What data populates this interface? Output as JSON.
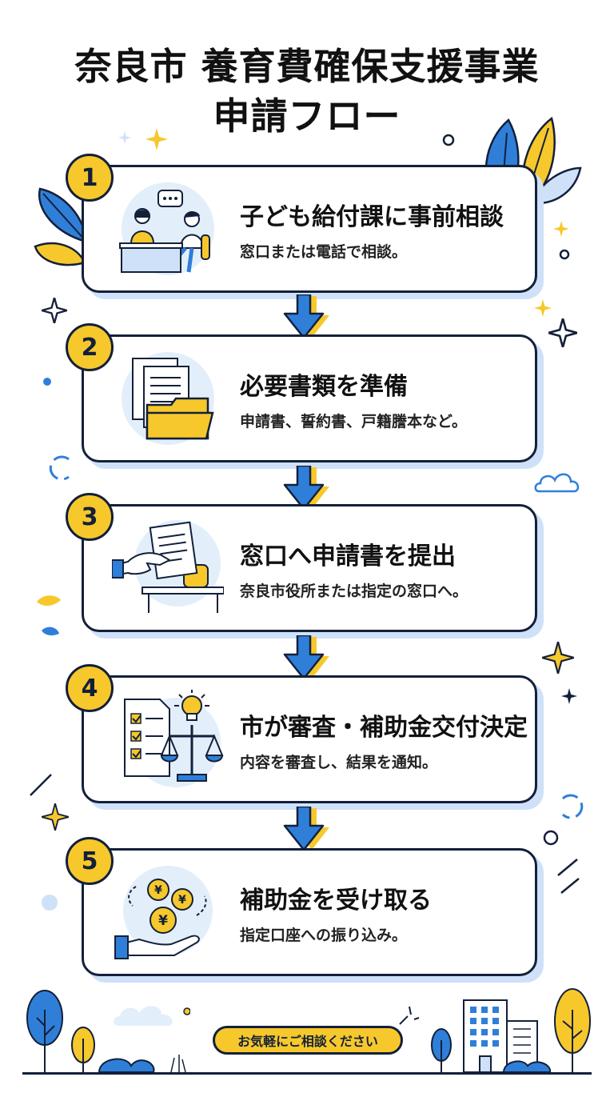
{
  "title": {
    "line1": "奈良市 養育費確保支援事業",
    "line2": "申請フロー"
  },
  "steps": [
    {
      "number": "1",
      "title": "子ども給付課に事前相談",
      "description": "窓口または電話で相談。",
      "icon": "consultation-desk-icon"
    },
    {
      "number": "2",
      "title": "必要書類を準備",
      "description": "申請書、誓約書、戸籍謄本など。",
      "icon": "documents-folder-icon"
    },
    {
      "number": "3",
      "title": "窓口へ申請書を提出",
      "description": "奈良市役所または指定の窓口へ。",
      "icon": "hand-submit-document-icon"
    },
    {
      "number": "4",
      "title": "市が審査・補助金交付決定",
      "description": "内容を審査し、結果を通知。",
      "icon": "checklist-scale-icon"
    },
    {
      "number": "5",
      "title": "補助金を受け取る",
      "description": "指定口座への振り込み。",
      "icon": "yen-coins-hand-icon"
    }
  ],
  "footer": {
    "cta": "お気軽にご相談ください"
  },
  "colors": {
    "accent_yellow": "#f7c82b",
    "accent_blue": "#2f7fd8",
    "outline": "#13203a",
    "light_blue": "#cfe1f8"
  }
}
